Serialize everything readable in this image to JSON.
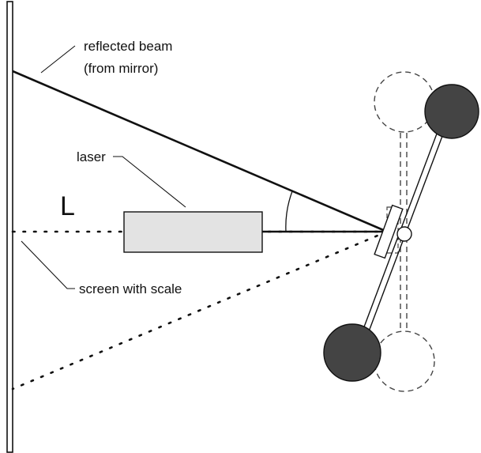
{
  "labels": {
    "reflected_beam_line1": "reflected beam",
    "reflected_beam_line2": "(from mirror)",
    "laser": "laser",
    "distance": "L",
    "screen": "screen with scale"
  },
  "colors": {
    "line": "#111111",
    "laser_fill": "#e3e3e3",
    "mass_fill": "#444444",
    "dashed": "#444444",
    "background": "#ffffff"
  }
}
